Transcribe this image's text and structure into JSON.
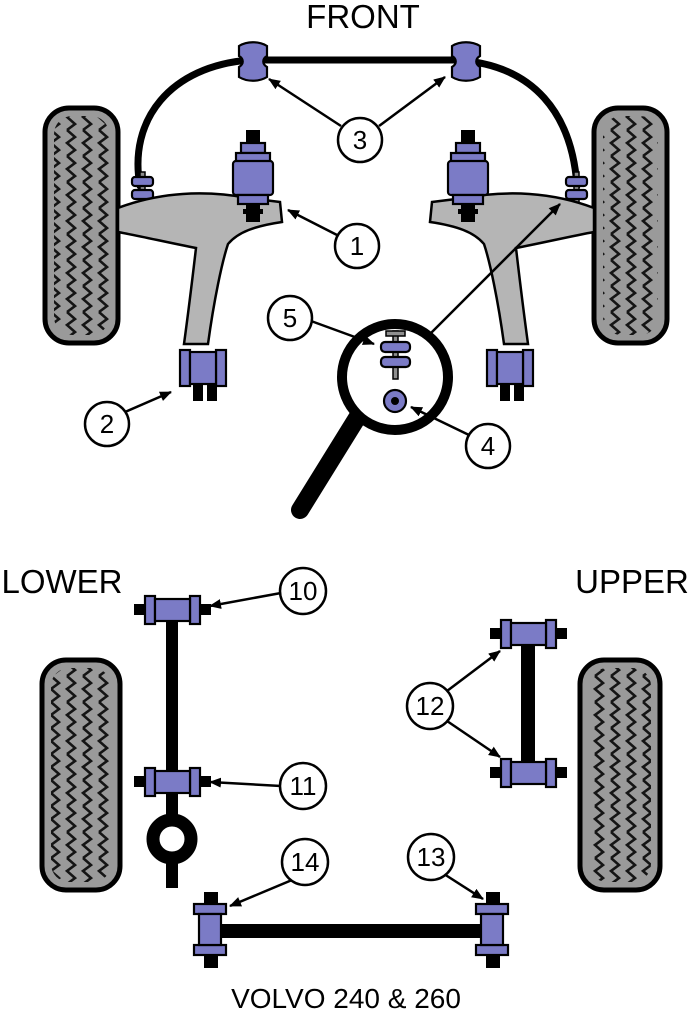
{
  "diagram": {
    "title": "FRONT",
    "labels": {
      "lower": "LOWER",
      "upper": "UPPER"
    },
    "caption": "VOLVO 240 & 260",
    "callouts": [
      {
        "label": "1"
      },
      {
        "label": "2"
      },
      {
        "label": "3"
      },
      {
        "label": "4"
      },
      {
        "label": "5"
      },
      {
        "label": "10"
      },
      {
        "label": "11"
      },
      {
        "label": "12"
      },
      {
        "label": "13"
      },
      {
        "label": "14"
      }
    ],
    "colors": {
      "bushing": "#7b7bc6",
      "control_arm": "#b5b5b5",
      "tire": "#9a9a9a",
      "outline": "#000000",
      "background": "#ffffff"
    }
  }
}
